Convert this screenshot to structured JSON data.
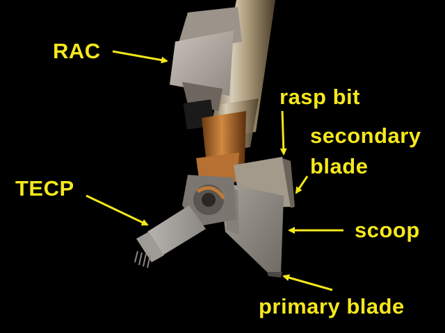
{
  "labels": {
    "rac": "RAC",
    "rasp_bit": "rasp bit",
    "secondary_blade_line1": "secondary",
    "secondary_blade_line2": "blade",
    "tecp": "TECP",
    "scoop": "scoop",
    "primary_blade": "primary blade"
  },
  "colors": {
    "label": "#f5e81c",
    "background": "#000000"
  }
}
